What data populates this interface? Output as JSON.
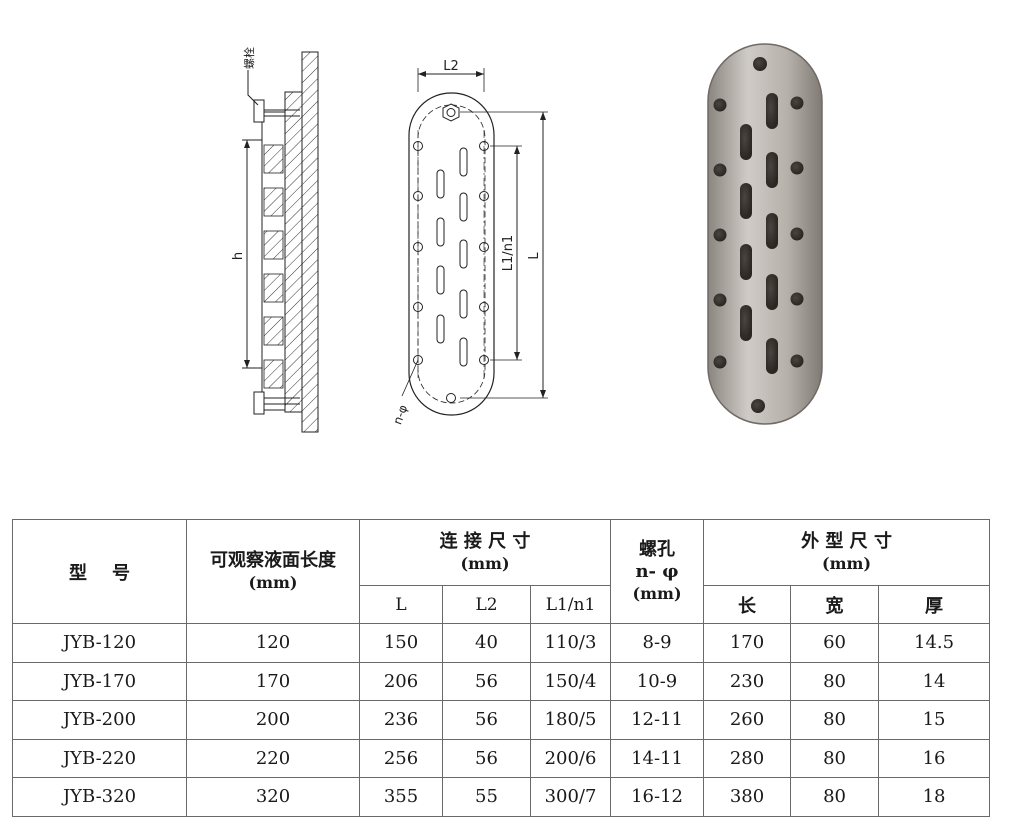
{
  "drawing": {
    "side_view": {
      "bolt_label": "螺栓",
      "height_label": "h"
    },
    "front_view": {
      "l2_label": "L2",
      "l1n1_label": "L1/n1",
      "l_label": "L",
      "holes_label": "n-φ"
    },
    "photo": {
      "colors": {
        "plate_light": "#c9c5c0",
        "plate_mid": "#a7a29c",
        "plate_dark": "#7d7873",
        "hole": "#3a3632"
      }
    }
  },
  "table": {
    "headers": {
      "model": "型    号",
      "visible_length": "可观察液面长度",
      "visible_length_unit": "(mm)",
      "connection": "连 接 尺 寸",
      "connection_unit": "(mm)",
      "holes": "螺孔",
      "holes_sub": "n- φ",
      "holes_unit": "(mm)",
      "outer": "外 型 尺 寸",
      "outer_unit": "(mm)",
      "L": "L",
      "L2": "L2",
      "L1n1": "L1/n1",
      "length": "长",
      "width": "宽",
      "thickness": "厚"
    },
    "rows": [
      {
        "model": "JYB-120",
        "visible": "120",
        "L": "150",
        "L2": "40",
        "L1n1": "110/3",
        "holes": "8-9",
        "length": "170",
        "width": "60",
        "thickness": "14.5"
      },
      {
        "model": "JYB-170",
        "visible": "170",
        "L": "206",
        "L2": "56",
        "L1n1": "150/4",
        "holes": "10-9",
        "length": "230",
        "width": "80",
        "thickness": "14"
      },
      {
        "model": "JYB-200",
        "visible": "200",
        "L": "236",
        "L2": "56",
        "L1n1": "180/5",
        "holes": "12-11",
        "length": "260",
        "width": "80",
        "thickness": "15"
      },
      {
        "model": "JYB-220",
        "visible": "220",
        "L": "256",
        "L2": "56",
        "L1n1": "200/6",
        "holes": "14-11",
        "length": "280",
        "width": "80",
        "thickness": "16"
      },
      {
        "model": "JYB-320",
        "visible": "320",
        "L": "355",
        "L2": "55",
        "L1n1": "300/7",
        "holes": "16-12",
        "length": "380",
        "width": "80",
        "thickness": "18"
      }
    ]
  }
}
